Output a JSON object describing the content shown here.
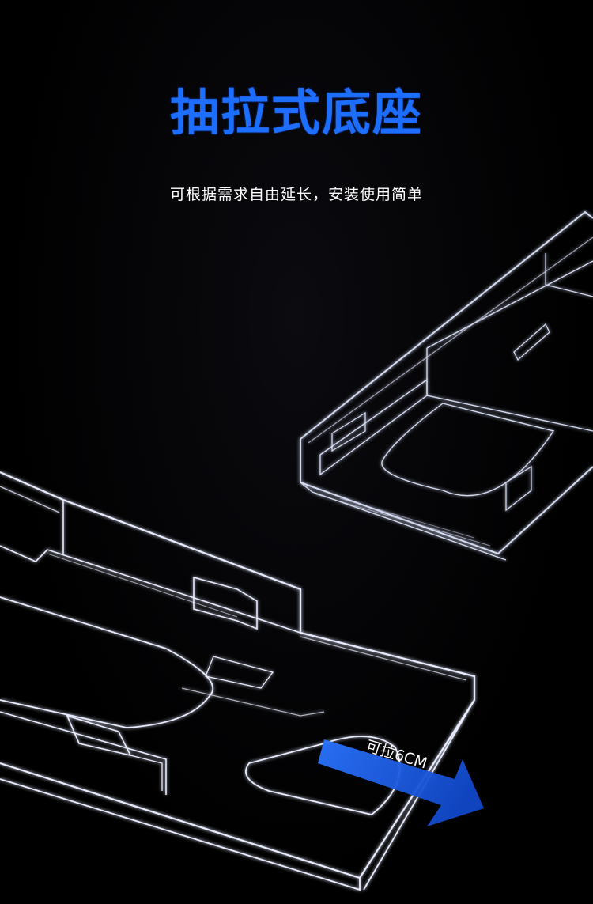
{
  "title": "抽拉式底座",
  "subtitle": "可根据需求自由延长，安装使用简单",
  "annotation": {
    "label": "可拉6CM",
    "arrow_color": "#1d5fe0"
  },
  "colors": {
    "accent": "#1d6dff",
    "background": "#000000",
    "acrylic_edge": "#e8ecff"
  },
  "illustration": {
    "subject": "transparent acrylic pull-out drawer base",
    "icon": "acrylic-drawer-base"
  }
}
